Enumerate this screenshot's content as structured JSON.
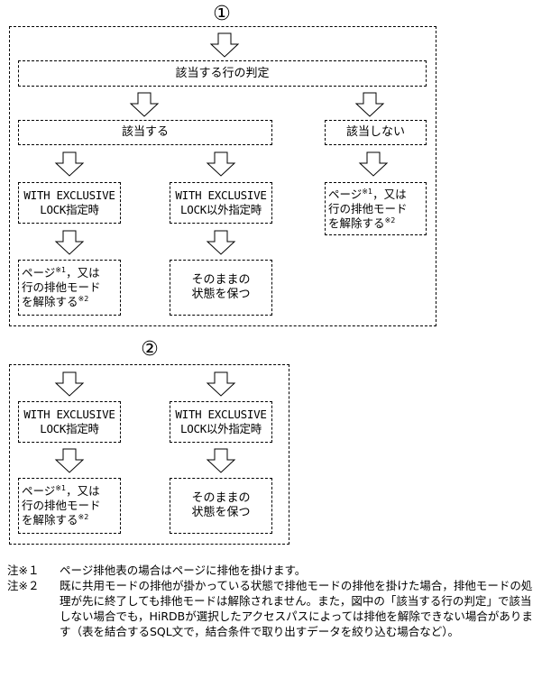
{
  "diagram1": {
    "label": "①",
    "judgement": "該当する行の判定",
    "match": "該当する",
    "nomatch": "該当しない",
    "with_lock": "WITH EXCLUSIVE\nLOCK指定時",
    "without_lock": "WITH EXCLUSIVE\nLOCK以外指定時",
    "release_line1": "ページ",
    "release_line1_tail": "，又は",
    "release_line2": "行の排他モード",
    "release_line3": "を解除する",
    "keep_state": "そのままの\n状態を保つ",
    "note_ref1": "※1",
    "note_ref2": "※2"
  },
  "diagram2": {
    "label": "②",
    "with_lock": "WITH EXCLUSIVE\nLOCK指定時",
    "without_lock": "WITH EXCLUSIVE\nLOCK以外指定時",
    "release_line1": "ページ",
    "release_line1_tail": "，又は",
    "release_line2": "行の排他モード",
    "release_line3": "を解除する",
    "keep_state": "そのままの\n状態を保つ",
    "note_ref1": "※1",
    "note_ref2": "※2"
  },
  "notes": [
    {
      "label": "注※１",
      "text": "ページ排他表の場合はページに排他を掛けます。"
    },
    {
      "label": "注※２",
      "text": "既に共用モードの排他が掛かっている状態で排他モードの排他を掛けた場合，排他モードの処理が先に終了しても排他モードは解除されません。また，図中の「該当する行の判定」で該当しない場合でも，HiRDBが選択したアクセスパスによっては排他を解除できない場合があります（表を結合するSQL文で，結合条件で取り出すデータを絞り込む場合など）。"
    }
  ]
}
